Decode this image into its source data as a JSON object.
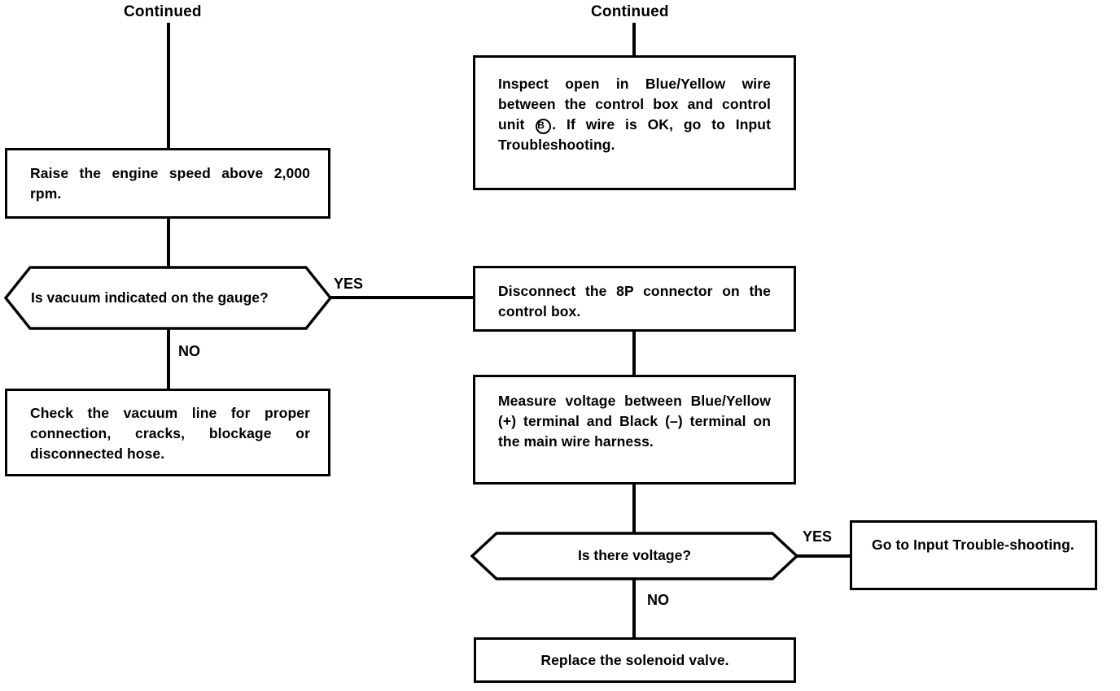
{
  "document": {
    "title": "Vacuum / Solenoid Valve Troubleshooting Flowchart",
    "ink_color": "#000000",
    "background_color": "#ffffff"
  },
  "labels": {
    "continued_left": "Continued",
    "continued_right": "Continued",
    "yes_branch_1": "YES",
    "no_branch_1": "NO",
    "yes_branch_2": "YES",
    "no_branch_2": "NO"
  },
  "nodes": {
    "raise_engine_speed": {
      "type": "process",
      "text": "Raise the engine speed above 2,000 rpm."
    },
    "is_vacuum_indicated": {
      "type": "decision",
      "text": "Is vacuum indicated on the gauge?"
    },
    "check_vacuum_line": {
      "type": "process",
      "text": "Check the vacuum line for proper connection, cracks, blockage or disconnected hose."
    },
    "inspect_open_wire": {
      "type": "process",
      "text_part_1": "Inspect open in Blue/Yellow wire between the control box and control unit ",
      "circled_symbol": "B",
      "text_part_2": ". If wire is OK, go to Input Troubleshooting."
    },
    "disconnect_connector": {
      "type": "process",
      "text": "Disconnect the 8P connector on the control box."
    },
    "measure_voltage": {
      "type": "process",
      "text": "Measure voltage between Blue/Yellow (+) terminal and Black (–) terminal on the main wire harness."
    },
    "is_there_voltage": {
      "type": "decision",
      "text": "Is there voltage?"
    },
    "go_to_input_troubleshooting": {
      "type": "process",
      "text": "Go to Input Trouble-shooting."
    },
    "replace_solenoid_valve": {
      "type": "process",
      "text": "Replace the solenoid valve."
    }
  }
}
